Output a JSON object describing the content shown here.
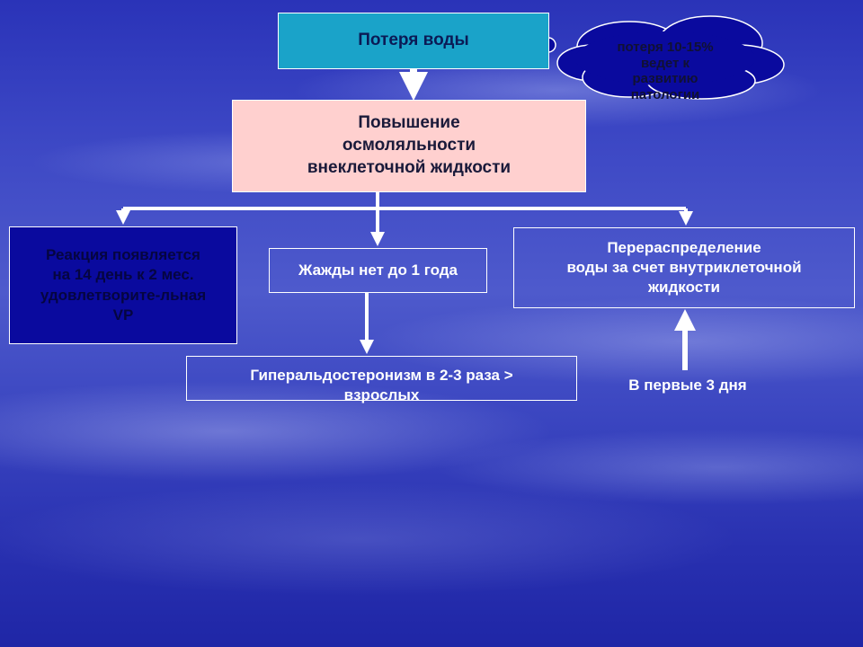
{
  "boxes": {
    "water_loss": "Потеря воды",
    "osmolality": "Повышение\nосмоляльности\nвнеклеточной жидкости",
    "reaction": "Реакция появляется\nна 14 день к 2 мес.\nудовлетворите-льная\nVP",
    "no_thirst": "Жажды нет до 1 года",
    "redistribution": "Перераспределение\nводы за счет внутриклеточной\nжидкости",
    "hyperaldosteronism": "Гиперальдостеронизм в 2-3 раза >\nвзрослых"
  },
  "note": "В первые 3 дня",
  "callout": "потеря 10-15%\nведет к\nразвитию\nпатологии",
  "colors": {
    "box_top": "#1aa3c9",
    "box_osmolality": "#ffd0cf",
    "box_reaction": "#0a0a9e",
    "cloud": "#0a0a9e",
    "lines": "#ffffff"
  }
}
